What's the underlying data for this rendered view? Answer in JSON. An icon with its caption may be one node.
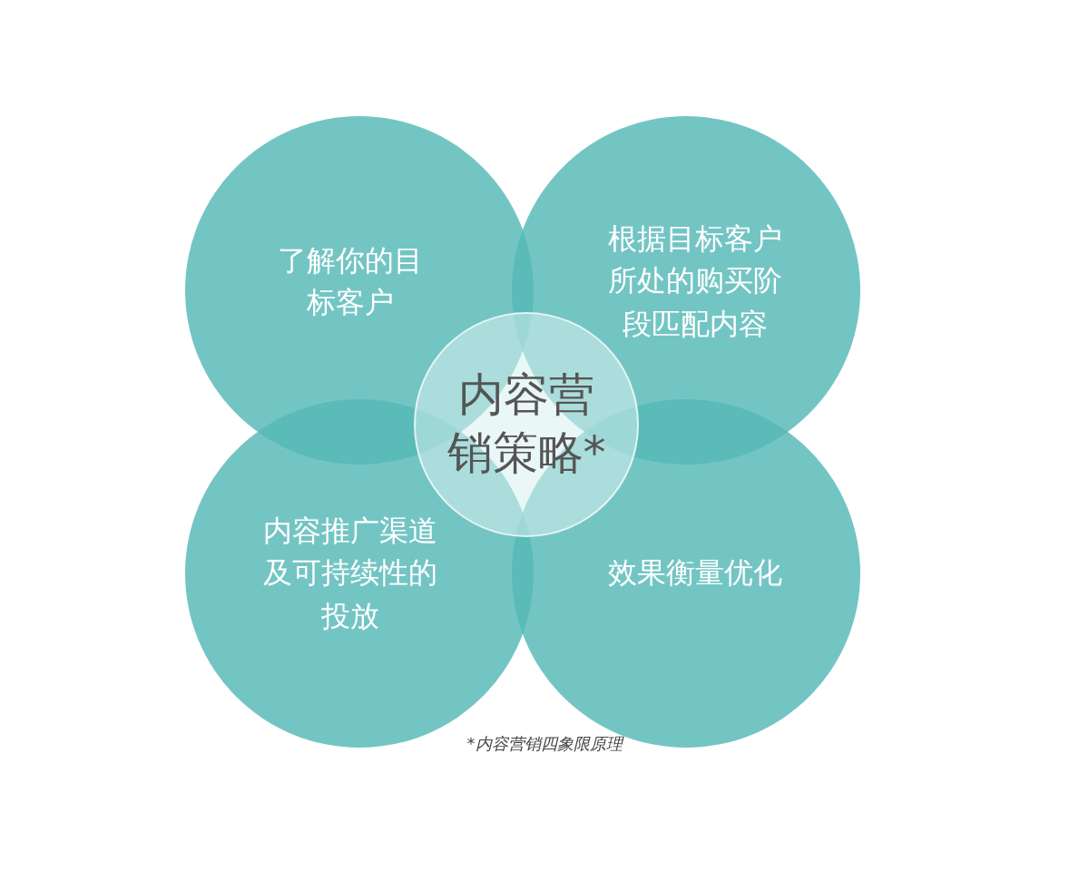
{
  "diagram": {
    "caption": "*内容营销四象限原理",
    "nodes": [
      {
        "text": [
          "了解你的目标客户"
        ]
      },
      {
        "text": [
          "根据目标客户所处的购买阶段匹配内容"
        ]
      },
      {
        "text": [
          "内容推广渠道及可持续性的投放"
        ]
      },
      {
        "text": [
          "效果衡量优化"
        ]
      },
      {
        "text": [
          "内容营销策略*"
        ]
      }
    ]
  }
}
